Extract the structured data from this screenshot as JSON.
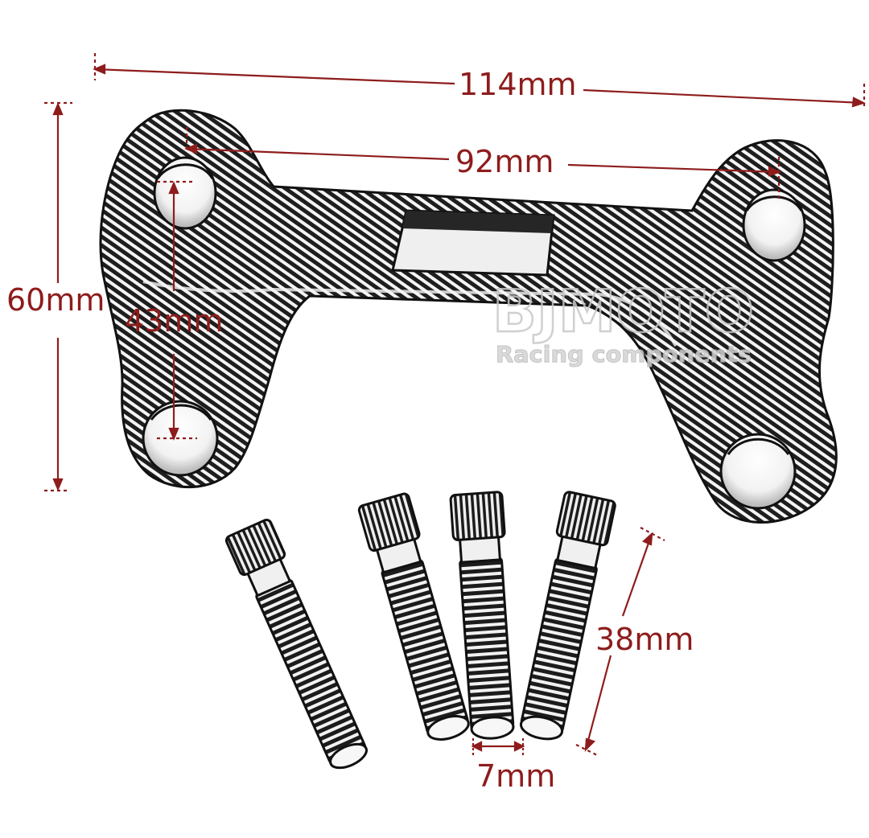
{
  "dimensions": {
    "overall_width": "114mm",
    "hole_spacing": "92mm",
    "overall_height": "60mm",
    "hole_offset": "43mm",
    "bolt_length": "38mm",
    "bolt_diameter": "7mm"
  },
  "watermark": {
    "brand": "BJMOTO",
    "tagline": "Racing components"
  },
  "colors": {
    "dimension": "#8e1c1c",
    "part_fill": "#2a2a2a",
    "part_outline": "#111111",
    "watermark": "#c8c8c8"
  },
  "bolts_count_shown": 4
}
